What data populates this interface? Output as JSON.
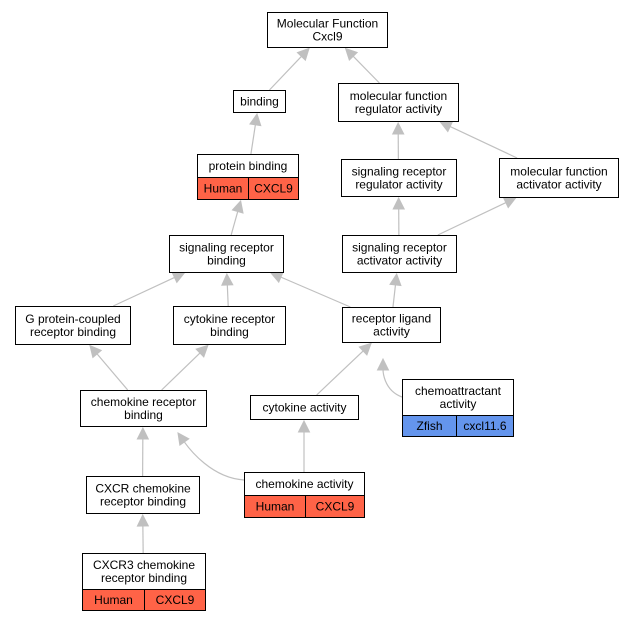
{
  "colors": {
    "human": "#ff6347",
    "zfish": "#6495ed",
    "edge": "#c0c0c0",
    "node_border": "#000000",
    "node_fill": "#ffffff"
  },
  "nodes": {
    "root": {
      "lines": [
        "Molecular Function",
        "Cxcl9"
      ]
    },
    "binding": {
      "lines": [
        "binding"
      ]
    },
    "mf_regulator": {
      "lines": [
        "molecular function",
        "regulator activity"
      ]
    },
    "protein_binding": {
      "lines": [
        "protein binding"
      ],
      "annotations": [
        {
          "species": "Human",
          "gene": "CXCL9"
        }
      ]
    },
    "sig_rec_regulator": {
      "lines": [
        "signaling receptor",
        "regulator activity"
      ]
    },
    "mf_activator": {
      "lines": [
        "molecular function",
        "activator activity"
      ]
    },
    "sig_rec_binding": {
      "lines": [
        "signaling receptor",
        "binding"
      ]
    },
    "sig_rec_activator": {
      "lines": [
        "signaling receptor",
        "activator activity"
      ]
    },
    "gpcr_binding": {
      "lines": [
        "G protein-coupled",
        "receptor binding"
      ]
    },
    "cytokine_rec_binding": {
      "lines": [
        "cytokine receptor",
        "binding"
      ]
    },
    "receptor_ligand": {
      "lines": [
        "receptor ligand",
        "activity"
      ]
    },
    "chemokine_rec_binding": {
      "lines": [
        "chemokine receptor",
        "binding"
      ]
    },
    "cytokine_activity": {
      "lines": [
        "cytokine activity"
      ]
    },
    "chemoattractant": {
      "lines": [
        "chemoattractant",
        "activity"
      ],
      "annotations": [
        {
          "species": "Zfish",
          "gene": "cxcl11.6"
        }
      ]
    },
    "chemokine_activity": {
      "lines": [
        "chemokine activity"
      ],
      "annotations": [
        {
          "species": "Human",
          "gene": "CXCL9"
        }
      ]
    },
    "cxcr_binding": {
      "lines": [
        "CXCR chemokine",
        "receptor binding"
      ]
    },
    "cxcr3_binding": {
      "lines": [
        "CXCR3 chemokine",
        "receptor binding"
      ],
      "annotations": [
        {
          "species": "Human",
          "gene": "CXCL9"
        }
      ]
    }
  },
  "edges": [
    {
      "from": "binding",
      "to": "root"
    },
    {
      "from": "mf_regulator",
      "to": "root"
    },
    {
      "from": "protein_binding",
      "to": "binding"
    },
    {
      "from": "sig_rec_regulator",
      "to": "mf_regulator"
    },
    {
      "from": "mf_activator",
      "to": "mf_regulator"
    },
    {
      "from": "sig_rec_binding",
      "to": "protein_binding"
    },
    {
      "from": "sig_rec_activator",
      "to": "sig_rec_regulator"
    },
    {
      "from": "sig_rec_activator",
      "to": "mf_activator"
    },
    {
      "from": "gpcr_binding",
      "to": "sig_rec_binding"
    },
    {
      "from": "cytokine_rec_binding",
      "to": "sig_rec_binding"
    },
    {
      "from": "receptor_ligand",
      "to": "sig_rec_binding"
    },
    {
      "from": "receptor_ligand",
      "to": "sig_rec_activator"
    },
    {
      "from": "chemokine_rec_binding",
      "to": "gpcr_binding"
    },
    {
      "from": "chemokine_rec_binding",
      "to": "cytokine_rec_binding"
    },
    {
      "from": "cytokine_activity",
      "to": "receptor_ligand"
    },
    {
      "from": "chemoattractant",
      "to": "receptor_ligand"
    },
    {
      "from": "chemokine_activity",
      "to": "cytokine_activity"
    },
    {
      "from": "chemokine_activity",
      "to": "chemokine_rec_binding"
    },
    {
      "from": "cxcr_binding",
      "to": "chemokine_rec_binding"
    },
    {
      "from": "cxcr3_binding",
      "to": "cxcr_binding"
    }
  ]
}
